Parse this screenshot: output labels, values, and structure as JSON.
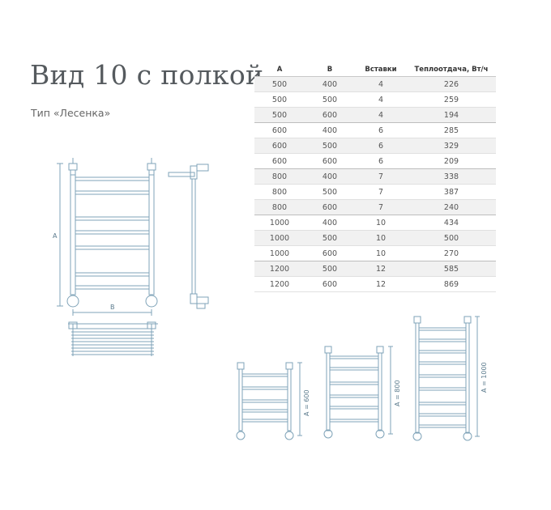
{
  "title": "Вид 10 с полкой",
  "subtitle": "Тип «Лесенка»",
  "table": {
    "headers": [
      "A",
      "B",
      "Вставки",
      "Теплоотдача, Вт/ч"
    ],
    "rows": [
      [
        "500",
        "400",
        "4",
        "226"
      ],
      [
        "500",
        "500",
        "4",
        "259"
      ],
      [
        "500",
        "600",
        "4",
        "194"
      ],
      [
        "600",
        "400",
        "6",
        "285"
      ],
      [
        "600",
        "500",
        "6",
        "329"
      ],
      [
        "600",
        "600",
        "6",
        "209"
      ],
      [
        "800",
        "400",
        "7",
        "338"
      ],
      [
        "800",
        "500",
        "7",
        "387"
      ],
      [
        "800",
        "600",
        "7",
        "240"
      ],
      [
        "1000",
        "400",
        "10",
        "434"
      ],
      [
        "1000",
        "500",
        "10",
        "500"
      ],
      [
        "1000",
        "600",
        "10",
        "270"
      ],
      [
        "1200",
        "500",
        "12",
        "585"
      ],
      [
        "1200",
        "600",
        "12",
        "869"
      ]
    ]
  },
  "diagram": {
    "label_a": "A",
    "label_b": "B",
    "label_600": "A = 600",
    "label_800": "A = 800",
    "label_1000": "A = 1000"
  },
  "colors": {
    "line": "#7fa3b8",
    "dim": "#8aa9bb",
    "text": "#555a5e"
  }
}
